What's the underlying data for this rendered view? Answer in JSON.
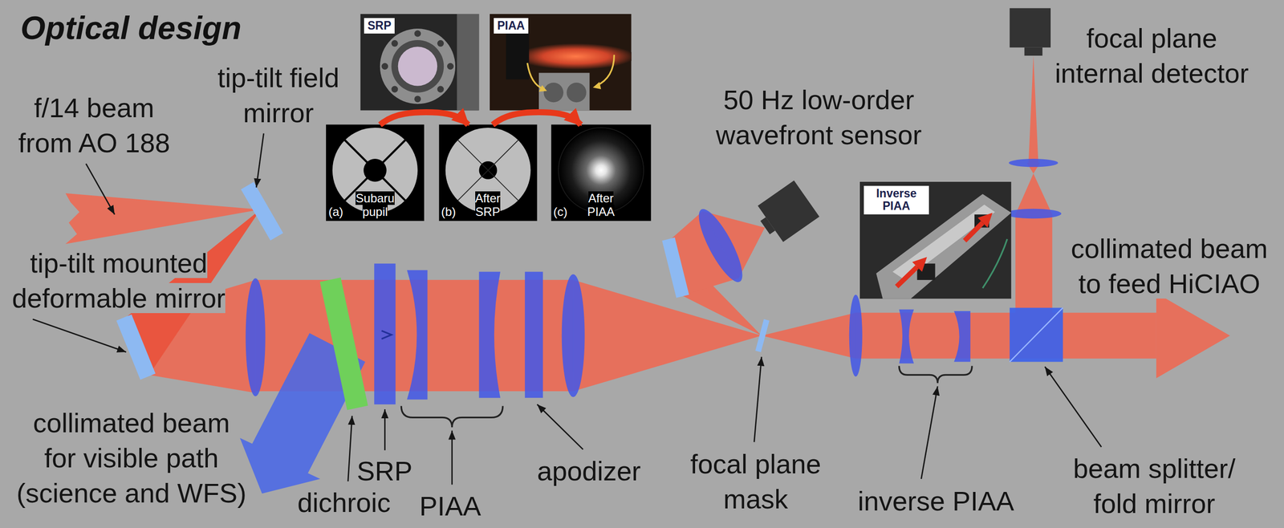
{
  "diagram": {
    "title": "Optical design",
    "nodes": [
      {
        "text": [
          "SRP"
        ]
      },
      {
        "text": [
          "PIAA"
        ]
      },
      {
        "text": [
          "(a)",
          "Subaru pupil"
        ]
      },
      {
        "text": [
          "(b)",
          "After SRP"
        ]
      },
      {
        "text": [
          "(c)",
          "After PIAA"
        ]
      },
      {
        "text": [
          "Inverse PIAA"
        ]
      }
    ],
    "edges": [
      {
        "from": 2,
        "to": 3,
        "arrow": "to"
      },
      {
        "from": 3,
        "to": 4,
        "arrow": "to"
      }
    ],
    "labels": [
      "f/14 beam from AO 188",
      "tip-tilt field mirror",
      "tip-tilt mounted deformable mirror",
      "collimated beam for visible path (science and WFS)",
      "dichroic",
      "SRP",
      "PIAA",
      "apodizer",
      "50 Hz low-order wavefront sensor",
      "focal plane mask",
      "inverse PIAA",
      "beam splitter/ fold mirror",
      "focal plane internal detector",
      "collimated beam to feed HiCIAO"
    ]
  }
}
